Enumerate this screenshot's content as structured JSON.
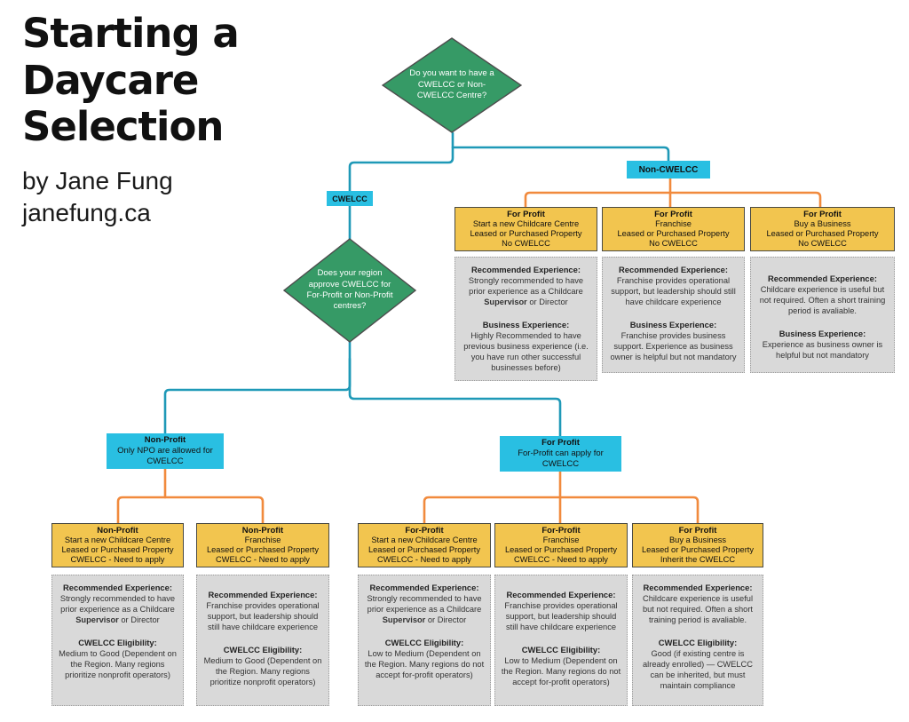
{
  "page": {
    "title_lines": [
      "Starting a",
      "Daycare",
      "Selection"
    ],
    "byline": "by Jane Fung",
    "website": "janefung.ca"
  },
  "palette": {
    "diamond_green": "#369a66",
    "cyan": "#29bfe2",
    "yellow": "#f2c54f",
    "gray": "#d9d9d9",
    "teal_line": "#1f99b7",
    "orange_line": "#f18a3d"
  },
  "diamonds": {
    "d1": "Do you want to have a CWELCC or Non-CWELCC Centre?",
    "d2": "Does your region approve CWELCC for For-Profit or Non-Profit centres?"
  },
  "branch_labels": {
    "cwelcc": "CWELCC",
    "non_cwelcc": "Non-CWELCC"
  },
  "decisions": {
    "nonprofit": {
      "title": "Non-Profit",
      "subtitle": "Only NPO are allowed for CWELCC"
    },
    "forprofit": {
      "title": "For Profit",
      "subtitle": "For-Profit can apply for CWELCC"
    }
  },
  "cards": [
    {
      "head": [
        "For Profit",
        "Start a new Childcare Centre",
        "Leased or Purchased Property",
        "No CWELCC"
      ],
      "details": [
        {
          "heading": "Recommended Experience:",
          "body": "Strongly recommended to have prior experience as a Childcare **Supervisor** or Director"
        },
        {
          "heading": "Business Experience:",
          "body": "Highly Recommended to have previous business experience (i.e. you have run other successful businesses before)"
        }
      ]
    },
    {
      "head": [
        "For Profit",
        "Franchise",
        "Leased or Purchased Property",
        "No CWELCC"
      ],
      "details": [
        {
          "heading": "Recommended Experience:",
          "body": "Franchise provides operational support, but leadership should still have childcare experience"
        },
        {
          "heading": "Business Experience:",
          "body": "Franchise provides business support.  Experience as business owner is helpful but not mandatory"
        }
      ]
    },
    {
      "head": [
        "For Profit",
        "Buy a Business",
        "Leased or Purchased Property",
        "No CWELCC"
      ],
      "details": [
        {
          "heading": "Recommended Experience:",
          "body": "Childcare experience is useful but not required.  Often a short training period is avaliable."
        },
        {
          "heading": "Business Experience:",
          "body": "Experience as business owner is helpful but not mandatory"
        }
      ]
    },
    {
      "head": [
        "Non-Profit",
        "Start a new Childcare Centre",
        "Leased or Purchased Property",
        "CWELCC - Need to apply"
      ],
      "details": [
        {
          "heading": "Recommended Experience:",
          "body": "Strongly recommended to have prior experience as a Childcare **Supervisor** or Director"
        },
        {
          "heading": "CWELCC Eligibility:",
          "body": "Medium to Good (Dependent on the Region.  Many regions prioritize nonprofit operators)"
        }
      ]
    },
    {
      "head": [
        "Non-Profit",
        "Franchise",
        "Leased or Purchased Property",
        "CWELCC - Need to apply"
      ],
      "details": [
        {
          "heading": "Recommended Experience:",
          "body": "Franchise provides operational support, but leadership should still have childcare experience"
        },
        {
          "heading": "CWELCC Eligibility:",
          "body": "Medium to Good (Dependent on the Region. Many regions prioritize nonprofit operators)"
        }
      ]
    },
    {
      "head": [
        "For-Profit",
        "Start a new Childcare Centre",
        "Leased or Purchased Property",
        "CWELCC - Need to apply"
      ],
      "details": [
        {
          "heading": "Recommended Experience:",
          "body": "Strongly recommended to have prior experience as a Childcare **Supervisor** or Director"
        },
        {
          "heading": "CWELCC Eligibility:",
          "body": "Low to Medium (Dependent on the Region. Many regions do not accept for-profit operators)"
        }
      ]
    },
    {
      "head": [
        "For-Profit",
        "Franchise",
        "Leased or Purchased Property",
        "CWELCC - Need to apply"
      ],
      "details": [
        {
          "heading": "Recommended Experience:",
          "body": "Franchise provides operational support, but leadership should still have childcare experience"
        },
        {
          "heading": "CWELCC Eligibility:",
          "body": "Low to Medium (Dependent on the Region. Many regions do not accept for-profit operators)"
        }
      ]
    },
    {
      "head": [
        "For Profit",
        "Buy a Business",
        "Leased or Purchased Property",
        "Inherit the CWELCC"
      ],
      "details": [
        {
          "heading": "Recommended Experience:",
          "body": "Childcare experience is useful but not required.  Often a short training period is avaliable."
        },
        {
          "heading": "CWELCC Eligibility:",
          "body": "Good (if existing centre is already enrolled) — CWELCC can be inherited, but must maintain compliance"
        }
      ]
    }
  ]
}
